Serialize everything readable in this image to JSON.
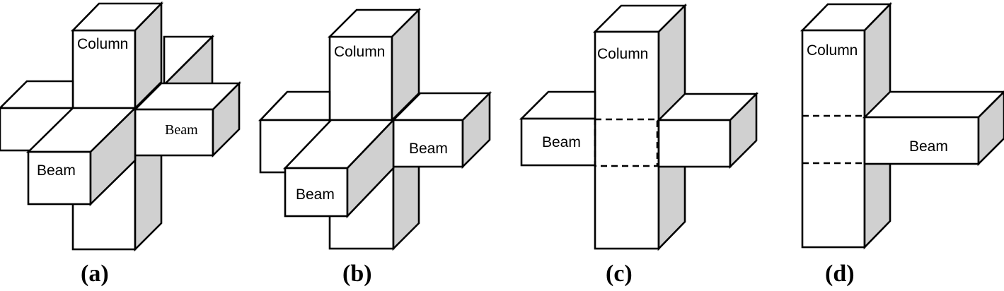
{
  "panels": [
    {
      "caption": "(a)",
      "column_label": "Column",
      "beam_front_label": "Beam",
      "beam_right_label": "Beam"
    },
    {
      "caption": "(b)",
      "column_label": "Column",
      "beam_front_label": "Beam",
      "beam_right_label": "Beam"
    },
    {
      "caption": "(c)",
      "column_label": "Column",
      "beam_left_label": "Beam"
    },
    {
      "caption": "(d)",
      "column_label": "Column",
      "beam_right_label": "Beam"
    }
  ],
  "colors": {
    "face": "#ffffff",
    "side": "#d0d0d0",
    "outline": "#000000"
  }
}
